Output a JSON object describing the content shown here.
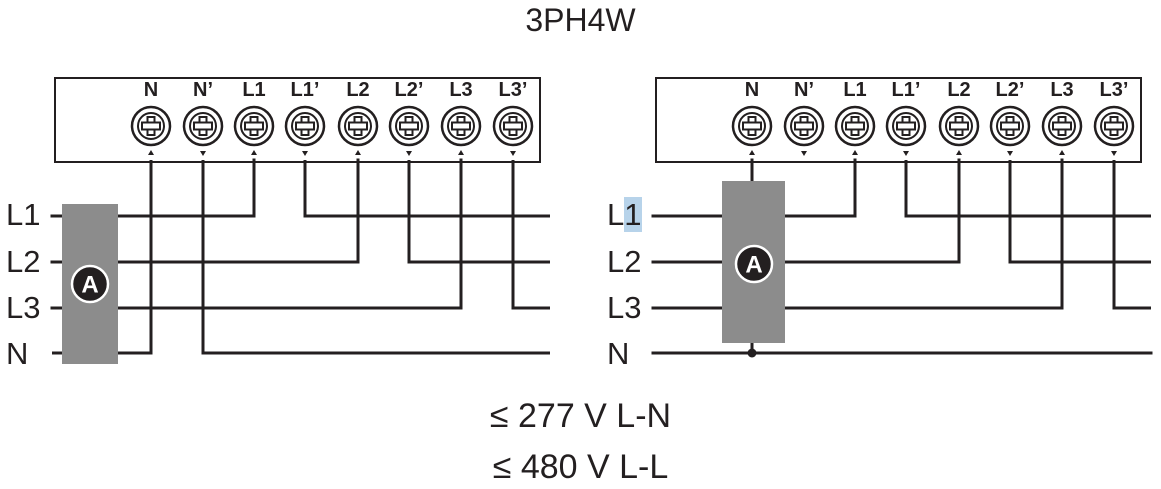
{
  "title": "3PH4W",
  "terminals": [
    "N",
    "N’",
    "L1",
    "L1’",
    "L2",
    "L2’",
    "L3",
    "L3’"
  ],
  "line_labels": [
    "L1",
    "L2",
    "L3",
    "N"
  ],
  "meter_label": "A",
  "voltage": {
    "line_neutral": "≤ 277 V L-N",
    "line_line": "≤ 480 V L-L"
  },
  "colors": {
    "ink": "#231f20",
    "meter_fill": "#8c8c8c",
    "meter_badge": "#231f20",
    "highlight": "#b7d3ea"
  }
}
